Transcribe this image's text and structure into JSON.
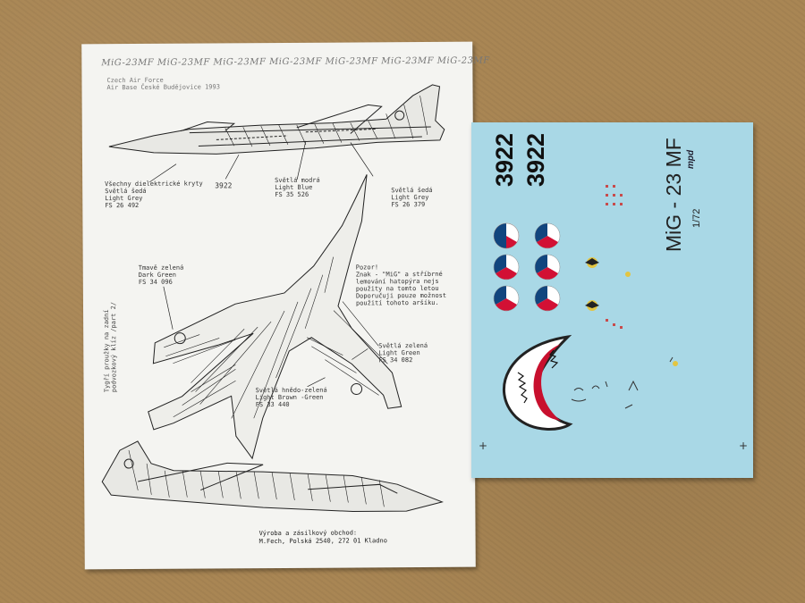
{
  "instruction_sheet": {
    "header_repeat": "MiG-23MF MiG-23MF MiG-23MF MiG-23MF MiG-23MF MiG-23MF MiG-23MF",
    "unit_line1": "Czech Air Force",
    "unit_line2": "Air Base České Budějovice 1993",
    "labels": {
      "radome_1": "Všechny dielektrické kryty",
      "radome_2": "Světlá šedá",
      "radome_3": "Light Grey",
      "radome_4": "FS 26 492",
      "serial": "3922",
      "light_blue_1": "Světlá modrá",
      "light_blue_2": "Light Blue",
      "light_blue_3": "FS 35 526",
      "light_grey_1": "Světlá šedá",
      "light_grey_2": "Light Grey",
      "light_grey_3": "FS 26 379",
      "dark_green_1": "Tmavě zelená",
      "dark_green_2": "Dark Green",
      "dark_green_3": "FS 34 096",
      "note_1": "Pozor!",
      "note_2": "Znak - \"MiG\" a stříbrné",
      "note_3": "lemování hatopýra nejs",
      "note_4": "použity na tomto letou",
      "note_5": "Doporučuji pouze možnost",
      "note_6": "použití tohoto aršíku.",
      "light_green_1": "Světlá zelená",
      "light_green_2": "Light Green",
      "light_green_3": "FS 34 082",
      "brown_green_1": "Světlá hnědo-zelená",
      "brown_green_2": "Light Brown -Green",
      "brown_green_3": "FS 33 440",
      "side_1": "Tygří proužky na zadní",
      "side_2": "podvozkový klíz /part 2/",
      "prod_1": "Výroba a zásilkový obchod:",
      "prod_2": "M.Fech, Polská 2540, 272 01 Kladno"
    }
  },
  "decal_sheet": {
    "numbers": [
      "3922",
      "3922"
    ],
    "title": "MiG - 23 MF",
    "scale": "1/72",
    "brand": "mpd",
    "shark_mouth_color": "#c8102e"
  }
}
